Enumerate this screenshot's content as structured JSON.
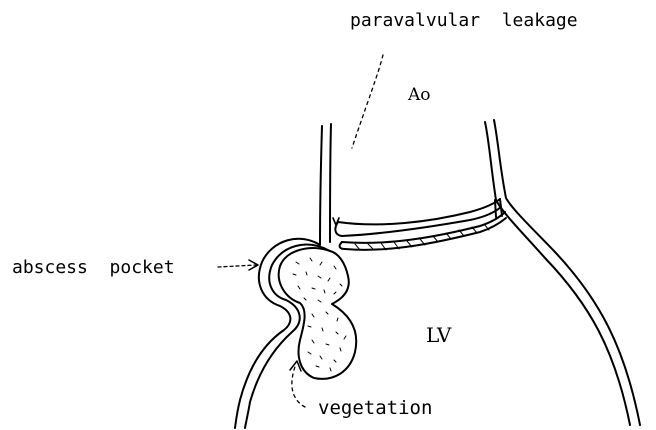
{
  "labels": {
    "paravalvular": "paravalvular  leakage",
    "ao": "Ao",
    "abscess": "abscess  pocket",
    "lv": "LV",
    "vegetation": "vegetation"
  },
  "colors": {
    "ink": "#000000",
    "background": "#ffffff"
  }
}
